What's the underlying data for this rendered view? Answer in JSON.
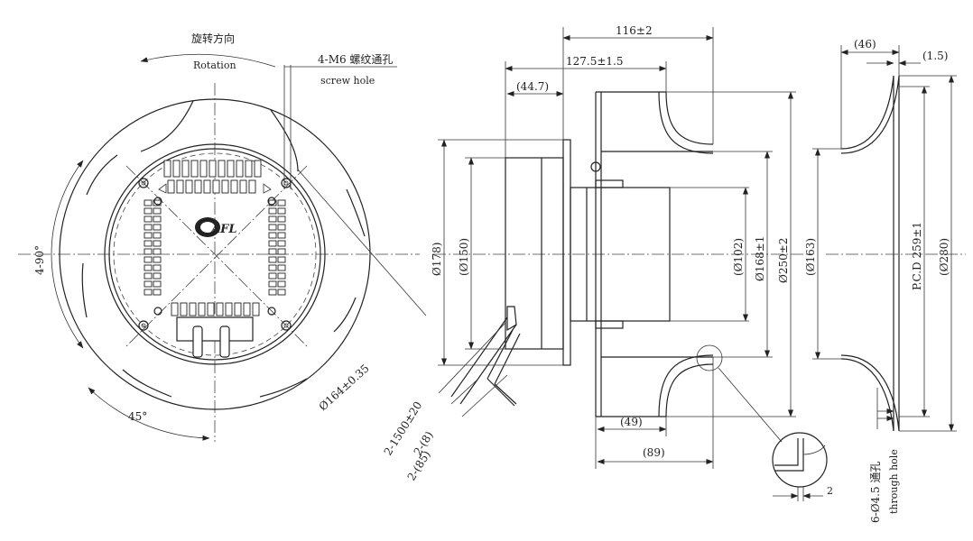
{
  "labels": {
    "rotation_cn": "旋转方向",
    "rotation_en": "Rotation",
    "screw_hole_cn": "4-M6 螺纹通孔",
    "screw_hole_en": "screw hole",
    "angle_4x90": "4-90°",
    "angle_45": "45°",
    "dia_164": "Ø164±0.35",
    "len_116": "116±2",
    "len_127": "127.5±1.5",
    "len_44": "(44.7)",
    "dia_178": "Ø178)",
    "dia_150": "(Ø150)",
    "dia_102": "(Ø102)",
    "dia_168": "Ø168±1",
    "dia_250": "Ø250±2",
    "len_49": "(49)",
    "len_89": "(89)",
    "cable_1500": "2-1500±20",
    "cable_8": "2-(8)",
    "cable_85": "2-(85)",
    "len_46": "(46)",
    "len_1_5": "(1.5)",
    "dia_163": "(Ø163)",
    "pcd_259": "P.C.D 259±1",
    "dia_280": "(Ø280)",
    "detail_2": "2",
    "through_hole_cn": "6-Ø4.5 通孔",
    "through_hole_en": "through hole"
  },
  "logo": {
    "text": "AFL"
  }
}
